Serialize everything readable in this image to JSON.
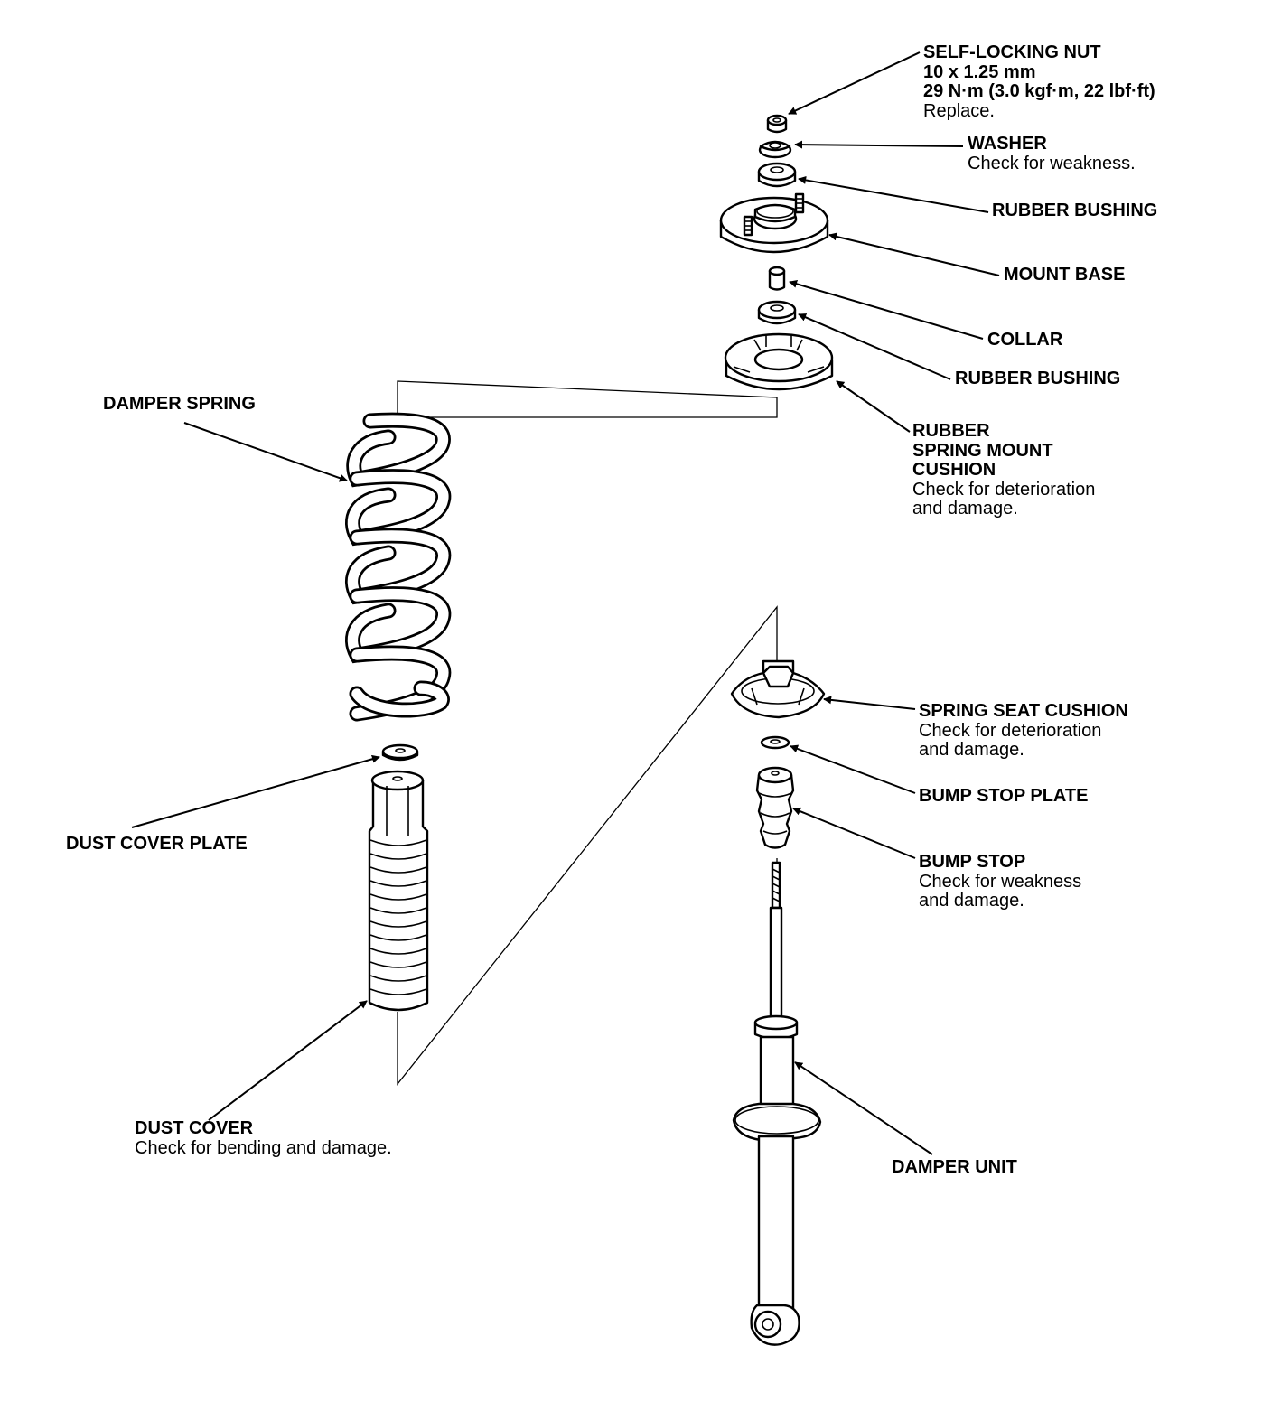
{
  "labels": {
    "self_locking_nut": {
      "title": "SELF-LOCKING NUT",
      "spec1": "10 x 1.25 mm",
      "spec2": "29 N·m (3.0 kgf·m, 22 lbf·ft)",
      "note": "Replace."
    },
    "washer": {
      "title": "WASHER",
      "note": "Check for weakness."
    },
    "rubber_bushing_upper": {
      "title": "RUBBER BUSHING"
    },
    "mount_base": {
      "title": "MOUNT BASE"
    },
    "collar": {
      "title": "COLLAR"
    },
    "rubber_bushing_lower": {
      "title": "RUBBER BUSHING"
    },
    "rubber_spring_mount_cushion": {
      "title1": "RUBBER",
      "title2": "SPRING MOUNT",
      "title3": "CUSHION",
      "note1": "Check for deterioration",
      "note2": "and damage."
    },
    "damper_spring": {
      "title": "DAMPER SPRING"
    },
    "dust_cover_plate": {
      "title": "DUST COVER PLATE"
    },
    "dust_cover": {
      "title": "DUST COVER",
      "note": "Check for bending and damage."
    },
    "spring_seat_cushion": {
      "title": "SPRING SEAT CUSHION",
      "note1": "Check for deterioration",
      "note2": "and damage."
    },
    "bump_stop_plate": {
      "title": "BUMP STOP PLATE"
    },
    "bump_stop": {
      "title": "BUMP STOP",
      "note1": "Check for weakness",
      "note2": "and damage."
    },
    "damper_unit": {
      "title": "DAMPER UNIT"
    }
  },
  "colors": {
    "line": "#000000",
    "background": "#ffffff"
  }
}
